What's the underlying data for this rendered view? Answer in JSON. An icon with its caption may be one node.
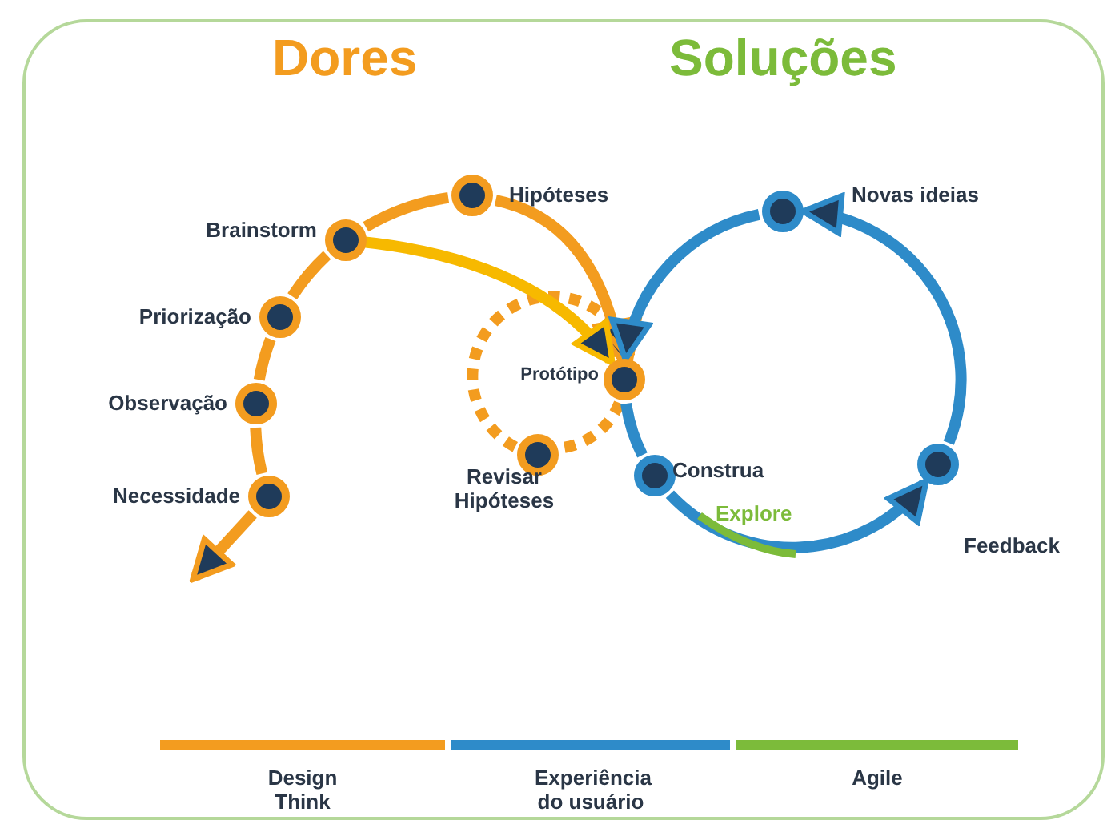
{
  "diagram": {
    "nodes": [
      {
        "text": [
          "Necessidade"
        ]
      },
      {
        "text": [
          "Observação"
        ]
      },
      {
        "text": [
          "Priorização"
        ]
      },
      {
        "text": [
          "Brainstorm"
        ]
      },
      {
        "text": [
          "Hipóteses"
        ]
      },
      {
        "text": [
          "Protótipo"
        ]
      },
      {
        "text": [
          "Revisar Hipóteses"
        ]
      },
      {
        "text": [
          "Novas ideias"
        ]
      },
      {
        "text": [
          "Construa"
        ]
      },
      {
        "text": [
          "Feedback"
        ]
      }
    ],
    "edges": [
      {
        "from": 0,
        "to": null,
        "arrow": "to"
      },
      {
        "from": 0,
        "to": 1,
        "arrow": "none"
      },
      {
        "from": 1,
        "to": 2,
        "arrow": "none"
      },
      {
        "from": 2,
        "to": 3,
        "arrow": "none"
      },
      {
        "from": 3,
        "to": 4,
        "arrow": "none"
      },
      {
        "from": 4,
        "to": 5,
        "arrow": "to"
      },
      {
        "from": 5,
        "to": 6,
        "arrow": "none",
        "style": "dashed"
      },
      {
        "from": 6,
        "to": 5,
        "arrow": "to",
        "style": "dashed"
      },
      {
        "from": 3,
        "to": 5,
        "arrow": "to",
        "color": "#f7b900"
      },
      {
        "from": 8,
        "to": 9,
        "arrow": "to",
        "color": "#2e8bc9"
      },
      {
        "from": 9,
        "to": 7,
        "arrow": "to",
        "color": "#2e8bc9"
      },
      {
        "from": 7,
        "to": 5,
        "arrow": "to",
        "color": "#2e8bc9"
      },
      {
        "from": 5,
        "to": 8,
        "arrow": "none",
        "color": "#2e8bc9"
      }
    ],
    "labels": [
      "Dores",
      "Soluções",
      "Explore"
    ],
    "legend": [
      {
        "text": "Design Think",
        "color": "#f39c1f"
      },
      {
        "text": "Experiência do usuário",
        "color": "#2e8bc9"
      },
      {
        "text": "Agile",
        "color": "#7cbb3a"
      }
    ]
  }
}
